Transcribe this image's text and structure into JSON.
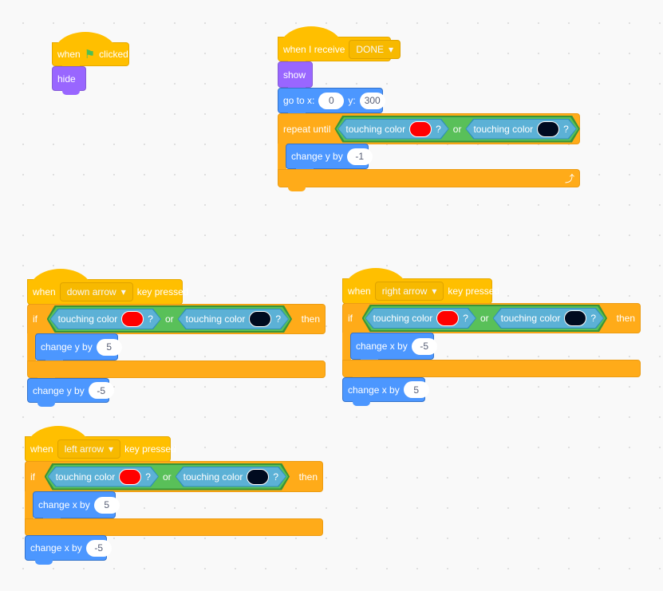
{
  "flag_script": {
    "pre": "when",
    "post": "clicked",
    "hide": "hide"
  },
  "receive_script": {
    "label": "when I receive",
    "message": "DONE",
    "show": "show",
    "goto": {
      "label": "go to x:",
      "x": "0",
      "y_label": "y:",
      "y": "300"
    },
    "repeat": {
      "label": "repeat until",
      "cond": {
        "left": "touching color",
        "left_color": "#FF0000",
        "q": "?",
        "op": "or",
        "right": "touching color",
        "right_color": "#000B1F"
      },
      "inner": {
        "label": "change y by",
        "value": "-1"
      }
    }
  },
  "down_script": {
    "when": "when",
    "key": "down arrow",
    "pressed": "key pressed",
    "if": "if",
    "then": "then",
    "cond": {
      "left": "touching color",
      "q": "?",
      "op": "or",
      "right": "touching color"
    },
    "inner": {
      "label": "change y by",
      "value": "5"
    },
    "after": {
      "label": "change y by",
      "value": "-5"
    }
  },
  "right_script": {
    "when": "when",
    "key": "right arrow",
    "pressed": "key pressed",
    "if": "if",
    "then": "then",
    "cond": {
      "left": "touching color",
      "q": "?",
      "op": "or",
      "right": "touching color"
    },
    "inner": {
      "label": "change x by",
      "value": "-5"
    },
    "after": {
      "label": "change x by",
      "value": "5"
    }
  },
  "left_script": {
    "when": "when",
    "key": "left arrow",
    "pressed": "key pressed",
    "if": "if",
    "then": "then",
    "cond": {
      "left": "touching color",
      "q": "?",
      "op": "or",
      "right": "touching color"
    },
    "inner": {
      "label": "change x by",
      "value": "5"
    },
    "after": {
      "label": "change x by",
      "value": "-5"
    }
  },
  "colors": {
    "red": "#FF0000",
    "dark": "#000B1F"
  }
}
